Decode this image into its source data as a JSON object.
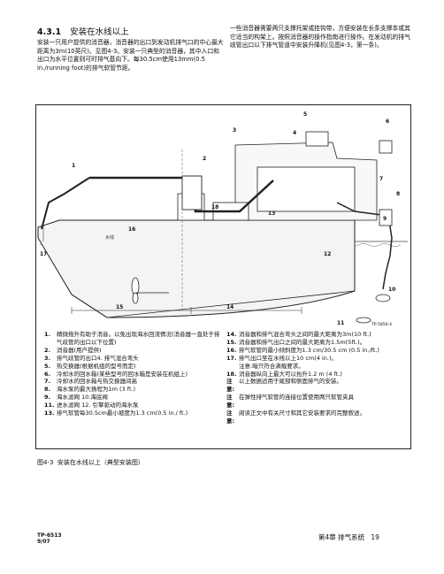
{
  "section": {
    "number": "4.3.1",
    "title": "安装在水线以上"
  },
  "paragraph_left": "安装一只用户提供的消音器，消音器的出口到发动机排气口的中心最大距离为3m(10英尺)。见图4-3。安装一只典型的消音器，其中入口和出口为水平位置则可时排气基向下。每30.5cm使用13mm(0.5 in./running foot)的排气软管节距。",
  "paragraph_right": "一些消音器需要两只支撑托架或挂钩带，方便安装在长条支撑本或其它适当的构架上。按照消音器的操作指南进行操作。在发动机的排气歧管出口以下排气管道中安装升降机(见图4-3，第一条)。",
  "figure": {
    "callouts": [
      "1",
      "2",
      "3",
      "4",
      "5",
      "6",
      "7",
      "8",
      "9",
      "10",
      "11",
      "12",
      "13",
      "14",
      "15",
      "16",
      "17",
      "18"
    ],
    "waterline_label": "水线",
    "figure_id": "TP-5856-4"
  },
  "legend_left": [
    {
      "n": "1.",
      "t": "精微拖升有助于消音。以免出现海水回流情况(消音器一直处于排气歧管的出口以下位置)"
    },
    {
      "n": "2.",
      "t": "消音器(用户提供)"
    },
    {
      "n": "3.",
      "t": "排气歧管的出口4.   排气混合弯头"
    },
    {
      "n": "5.",
      "t": "热交换器(根据机组的型号而定)"
    },
    {
      "n": "6.",
      "t": "冷却水的回水箱(某些型号的回水箱是安装在机组上)"
    },
    {
      "n": "7.",
      "t": "冷却水的回水箱与热交换器间高"
    },
    {
      "n": "8.",
      "t": "海水泵的最大扬程为1m (3 ft.)"
    },
    {
      "n": "9.",
      "t": "海水滤网       10.海底阀"
    },
    {
      "n": "11.",
      "t": "进水滤网    12.  引擎驱动的海水泵"
    },
    {
      "n": "13.",
      "t": "排气软管每30.5cm最小坡度为1.3 cm(0.5 in./ ft.)"
    }
  ],
  "legend_right": [
    {
      "n": "14.",
      "t": "消音器和排气混合弯头之间的最大距离为3m(10 ft.)"
    },
    {
      "n": "15.",
      "t": "消音器和排气出口之间的最大距离为1.5m(5ft.)。"
    },
    {
      "n": "16.",
      "t": "排气软管的最小倾斜度为1.3 cm/30.5 cm (0.5 in./ft.)"
    },
    {
      "n": "17.",
      "t": "排气出口至在水线以上10 cm(4 in.)。"
    },
    {
      "n": "",
      "t": "注意:暗只符合满载要求。"
    },
    {
      "n": "18.",
      "t": "消音器纵向上最大可以抬升1.2 m (4 ft.)"
    },
    {
      "n": "注意:",
      "t": "以上数据适用于尾部和侧面排气的安装。"
    },
    {
      "n": "注意:",
      "t": "在弹性排气软管的连接位置使用两只软管夹具"
    },
    {
      "n": "注意:",
      "t": "阅读正文中有关尺寸和其它安装要求的完整叙述。"
    }
  ],
  "caption": {
    "label": "图4-3",
    "text": "安装在水线以上（典型安装图）"
  },
  "footer": {
    "doc_id": "TP-6513",
    "date": "9/07",
    "chapter": "第4章  排气系统",
    "page": "19"
  }
}
